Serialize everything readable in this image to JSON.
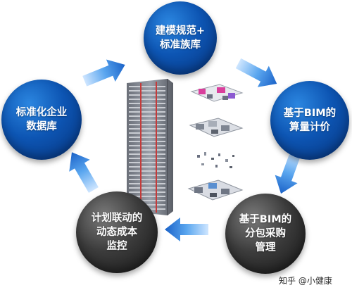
{
  "nodes": {
    "top": {
      "label": "建模规范+\n标准族库"
    },
    "right": {
      "label": "基于BIM的\n算量计价"
    },
    "bottom_right": {
      "label": "基于BIM的\n分包采购\n管理"
    },
    "bottom_left": {
      "label": "计划联动的\n动态成本\n监控"
    },
    "left": {
      "label": "标准化企业\n数据库"
    }
  },
  "watermark": {
    "text": "知乎 @小健康"
  },
  "colors": {
    "node_blue": "#0d55b3",
    "node_gray": "#3c3c3c",
    "arrow_blue": "#1e6fd0",
    "arrow_light": "#7fb8f0"
  }
}
